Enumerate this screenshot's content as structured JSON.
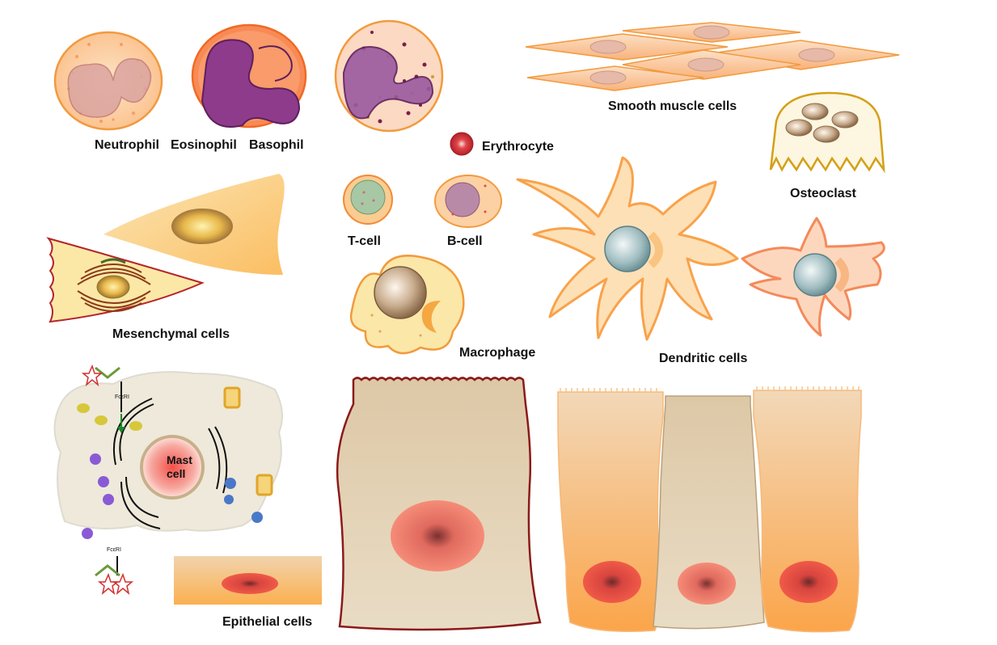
{
  "labels": {
    "neutrophil": "Neutrophil",
    "eosinophil": "Eosinophil",
    "basophil": "Basophil",
    "smooth_muscle": "Smooth muscle cells",
    "erythrocyte": "Erythrocyte",
    "osteoclast": "Osteoclast",
    "t_cell": "T-cell",
    "b_cell": "B-cell",
    "mesenchymal": "Mesenchymal cells",
    "macrophage": "Macrophage",
    "dendritic": "Dendritic cells",
    "mast_line1": "Mast",
    "mast_line2": "cell",
    "epithelial": "Epithelial cells",
    "fceri_top": "FcεRI",
    "fceri_bottom": "FcεRI"
  },
  "colors": {
    "cell_orange": "#f7a24a",
    "cell_fill": "#fcd9b0",
    "nucleus_red": "#e53935",
    "granulocyte_purple": "#8e3b8c",
    "osteoclast_outline": "#d4a017",
    "epithelial_outline": "#8b1a1a"
  }
}
